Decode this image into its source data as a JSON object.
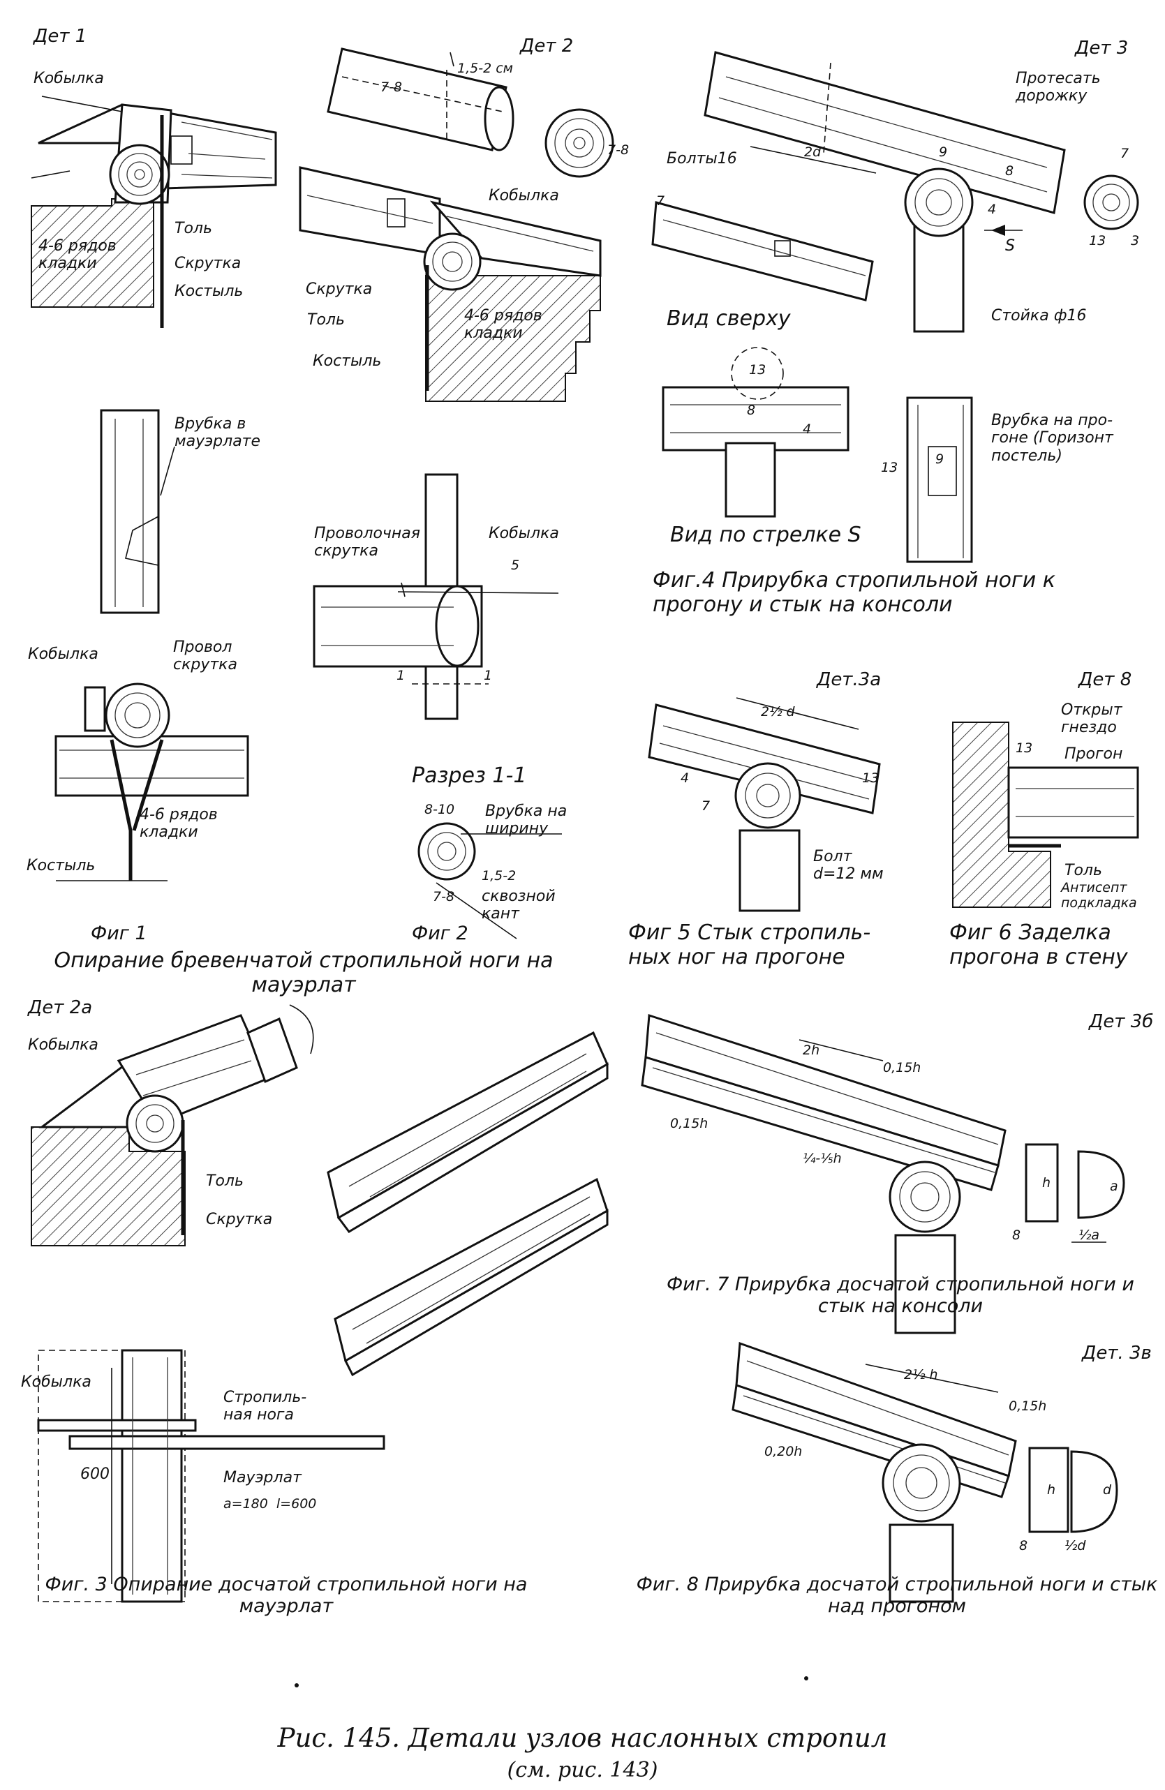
{
  "caption": {
    "main": "Рис. 145. Детали узлов наслонных стропил",
    "sub": "(см. рис. 143)"
  },
  "details": {
    "det1": "Дет 1",
    "det2": "Дет 2",
    "det3": "Дет 3",
    "det3a": "Дет.3а",
    "det8": "Дет 8",
    "det2a": "Дет 2а",
    "det3b": "Дет 3б",
    "det3v": "Дет. 3в"
  },
  "labels": {
    "kobylka": "Кобылка",
    "tol": "Толь",
    "skrutka": "Скрутка",
    "kostyl": "Костыль",
    "rows": "4-6 рядов\nкладки",
    "vrubka_mauerlat": "Врубка в\nмауэрлате",
    "provol_skrutka": "Провол\nскрутка",
    "provolochnaya_skrutka": "Проволочная\nскрутка",
    "razrez": "Разрез 1-1",
    "vrubka_shirinu": "Врубка на\nширину",
    "skvoznoy_kant": "сквозной\nкант",
    "boltsy": "Болты16",
    "protesat": "Протесать\nдорожку",
    "vid_sverhu": "Вид сверху",
    "stoyka": "Стойка ф16",
    "vid_strelke": "Вид по стрелке S",
    "vrubka_progone": "Врубка на про-\nгоне (Горизонт\nпостель)",
    "bolt": "Болт\nd=12 мм",
    "otkryt_gnezdo": "Открыт\nгнездо",
    "progon": "Прогон",
    "antisept": "Антисепт\nподкладка",
    "stropilnaya_noga": "Стропиль-\nная нога",
    "mauerlat": "Мауэрлат",
    "mauerlat_dims": "а=180  l=600",
    "s_arrow": "S"
  },
  "dims": {
    "d15_2sm": "1,5-2 см",
    "d7_8": "7-8",
    "d8_10": "8-10",
    "d15_2": "1,5-2",
    "d5": "5",
    "d1": "1",
    "d2d": "2d",
    "d7": "7",
    "d9": "9",
    "d8": "8",
    "d4": "4",
    "d13": "13",
    "d3": "3",
    "d2half_d": "2½ d",
    "d2h": "2h",
    "d015h": "0,15h",
    "d14_15h": "¼-⅕h",
    "dh": "h",
    "da": "a",
    "dhalf_a": "½a",
    "d2half_h": "2½ h",
    "d020h": "0,20h",
    "dd": "d",
    "dhalf_d": "½d",
    "d600": "600"
  },
  "figures": {
    "fig1": "Фиг 1",
    "fig1_caption": "Опирание бревенчатой стропильной ноги на мауэрлат",
    "fig2": "Фиг 2",
    "fig3": "Фиг. 3  Опирание досчатой стропильной ноги на мауэрлат",
    "fig4": "Фиг.4 Прирубка стропильной ноги к прогону и стык на консоли",
    "fig5": "Фиг 5 Стык стропиль-ных ног на прогоне",
    "fig6": "Фиг 6  Заделка прогона в стену",
    "fig7": "Фиг. 7  Прирубка досчатой стропильной ноги и стык на консоли",
    "fig8": "Фиг. 8 Прирубка досчатой стропильной ноги и стык над прогоном"
  }
}
